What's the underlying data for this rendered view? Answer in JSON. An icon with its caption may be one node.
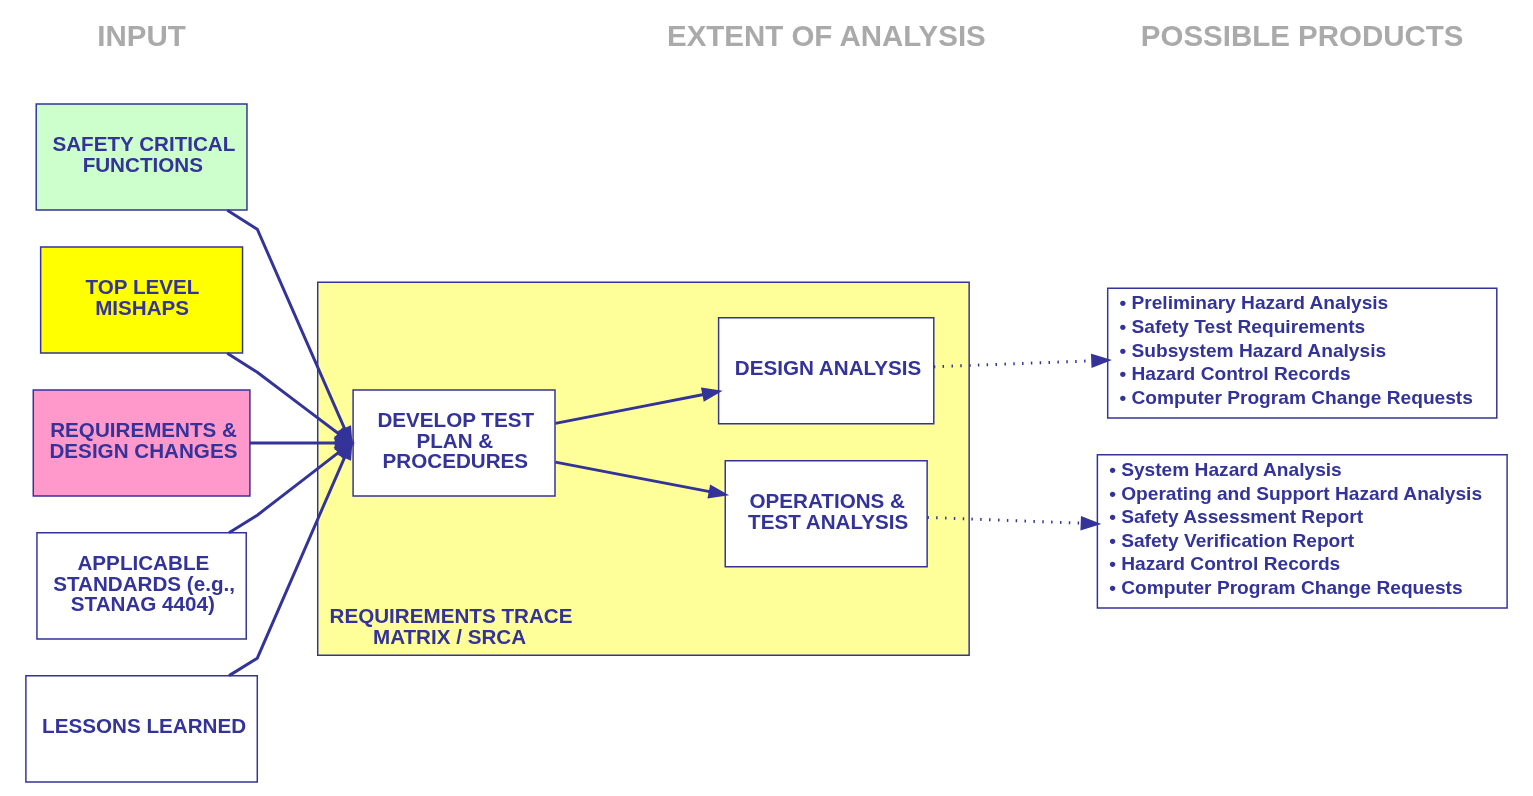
{
  "diagram": {
    "nodes": [
      {
        "text": [
          "SAFETY CRITICAL FUNCTIONS"
        ]
      },
      {
        "text": [
          "TOP LEVEL MISHAPS"
        ]
      },
      {
        "text": [
          "REQUIREMENTS & DESIGN CHANGES"
        ]
      },
      {
        "text": [
          "APPLICABLE STANDARDS (e.g., STANAG 4404)"
        ]
      },
      {
        "text": [
          "LESSONS LEARNED"
        ]
      },
      {
        "text": [
          "REQUIREMENTS TRACE MATRIX / SRCA"
        ]
      },
      {
        "text": [
          "DEVELOP TEST PLAN & PROCEDURES"
        ],
        "in": 5
      },
      {
        "text": [
          "DESIGN ANALYSIS"
        ],
        "in": 5
      },
      {
        "text": [
          "OPERATIONS & TEST ANALYSIS"
        ],
        "in": 5
      },
      {
        "text": [
          "• Preliminary Hazard Analysis",
          "• Safety Test Requirements",
          "• Subsystem Hazard Analysis",
          "• Hazard Control Records",
          "• Computer Program Change Requests"
        ]
      },
      {
        "text": [
          "• System Hazard Analysis",
          "• Operating and Support Hazard Analysis",
          "• Safety Assessment Report",
          "• Safety Verification Report",
          "• Hazard Control Records",
          "• Computer Program Change Requests"
        ]
      }
    ],
    "edges": [
      {
        "from": 0,
        "to": 6,
        "arrow": "to"
      },
      {
        "from": 1,
        "to": 6,
        "arrow": "to"
      },
      {
        "from": 2,
        "to": 6,
        "arrow": "to"
      },
      {
        "from": 3,
        "to": 6,
        "arrow": "to"
      },
      {
        "from": 4,
        "to": 6,
        "arrow": "to"
      },
      {
        "from": 6,
        "to": 7,
        "arrow": "to"
      },
      {
        "from": 6,
        "to": 8,
        "arrow": "to"
      },
      {
        "from": 7,
        "to": 9,
        "arrow": "to",
        "style": "dashed"
      },
      {
        "from": 8,
        "to": 10,
        "arrow": "to",
        "style": "dashed"
      }
    ],
    "labels": [
      "INPUT",
      "EXTENT OF ANALYSIS",
      "POSSIBLE PRODUCTS"
    ]
  }
}
